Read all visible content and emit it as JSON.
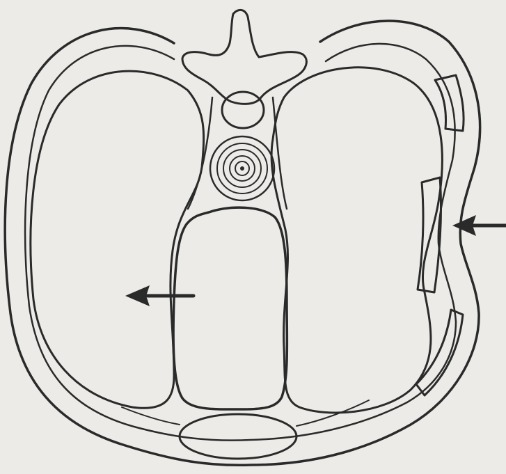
{
  "figure": {
    "kind": "line-drawing",
    "subject": "cross-section",
    "text_labels": []
  },
  "colors": {
    "paper": "#ecebe8",
    "ink": "#2a2a2a",
    "lung_fill": "#dad9d6",
    "cavity_fill": "#f6f6f4",
    "bone_fill": "#f3f3f1"
  },
  "annotations": [
    {
      "name": "arrow-left",
      "direction": "left"
    },
    {
      "name": "arrow-right",
      "direction": "left"
    }
  ]
}
